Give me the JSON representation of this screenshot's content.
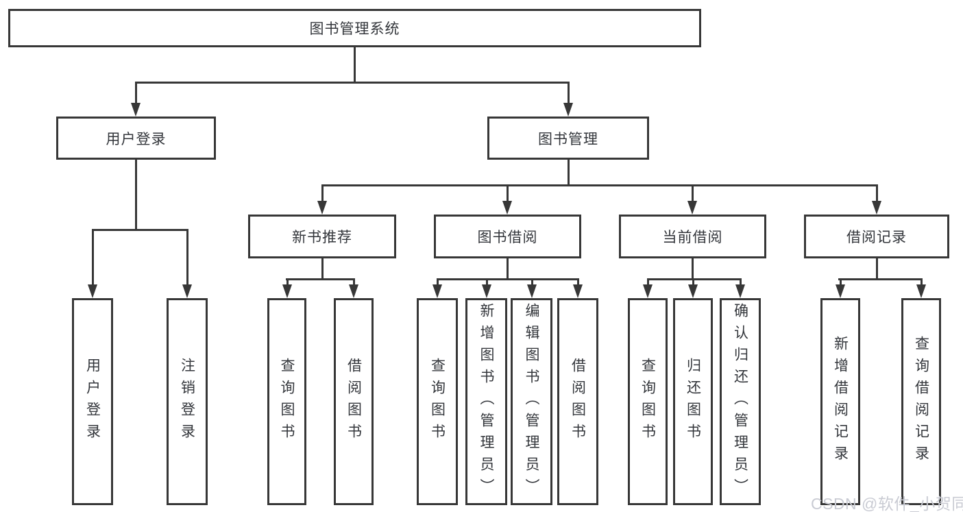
{
  "nodes": {
    "root": "图书管理系统",
    "user_login": "用户登录",
    "book_mgmt": "图书管理",
    "new_book_rec": "新书推荐",
    "book_borrow": "图书借阅",
    "current_borrow": "当前借阅",
    "borrow_records": "借阅记录",
    "ul_user_login": "用户登录",
    "ul_logout": "注销登录",
    "nr_query_books": "查询图书",
    "nr_borrow_books": "借阅图书",
    "bb_query_books": "查询图书",
    "bb_add_books": "新增图书（管理员）",
    "bb_edit_books": "编辑图书（管理员）",
    "bb_borrow_books": "借阅图书",
    "cb_query_books": "查询图书",
    "cb_return_books": "归还图书",
    "cb_confirm_return": "确认归还（管理员）",
    "br_add_record": "新增借阅记录",
    "br_query_record": "查询借阅记录"
  },
  "watermark": "CSDN @软件_小贺同学",
  "colors": {
    "line": "#373737",
    "text": "#33363b",
    "watermark": "#c9cbd3",
    "background": "#ffffff"
  }
}
